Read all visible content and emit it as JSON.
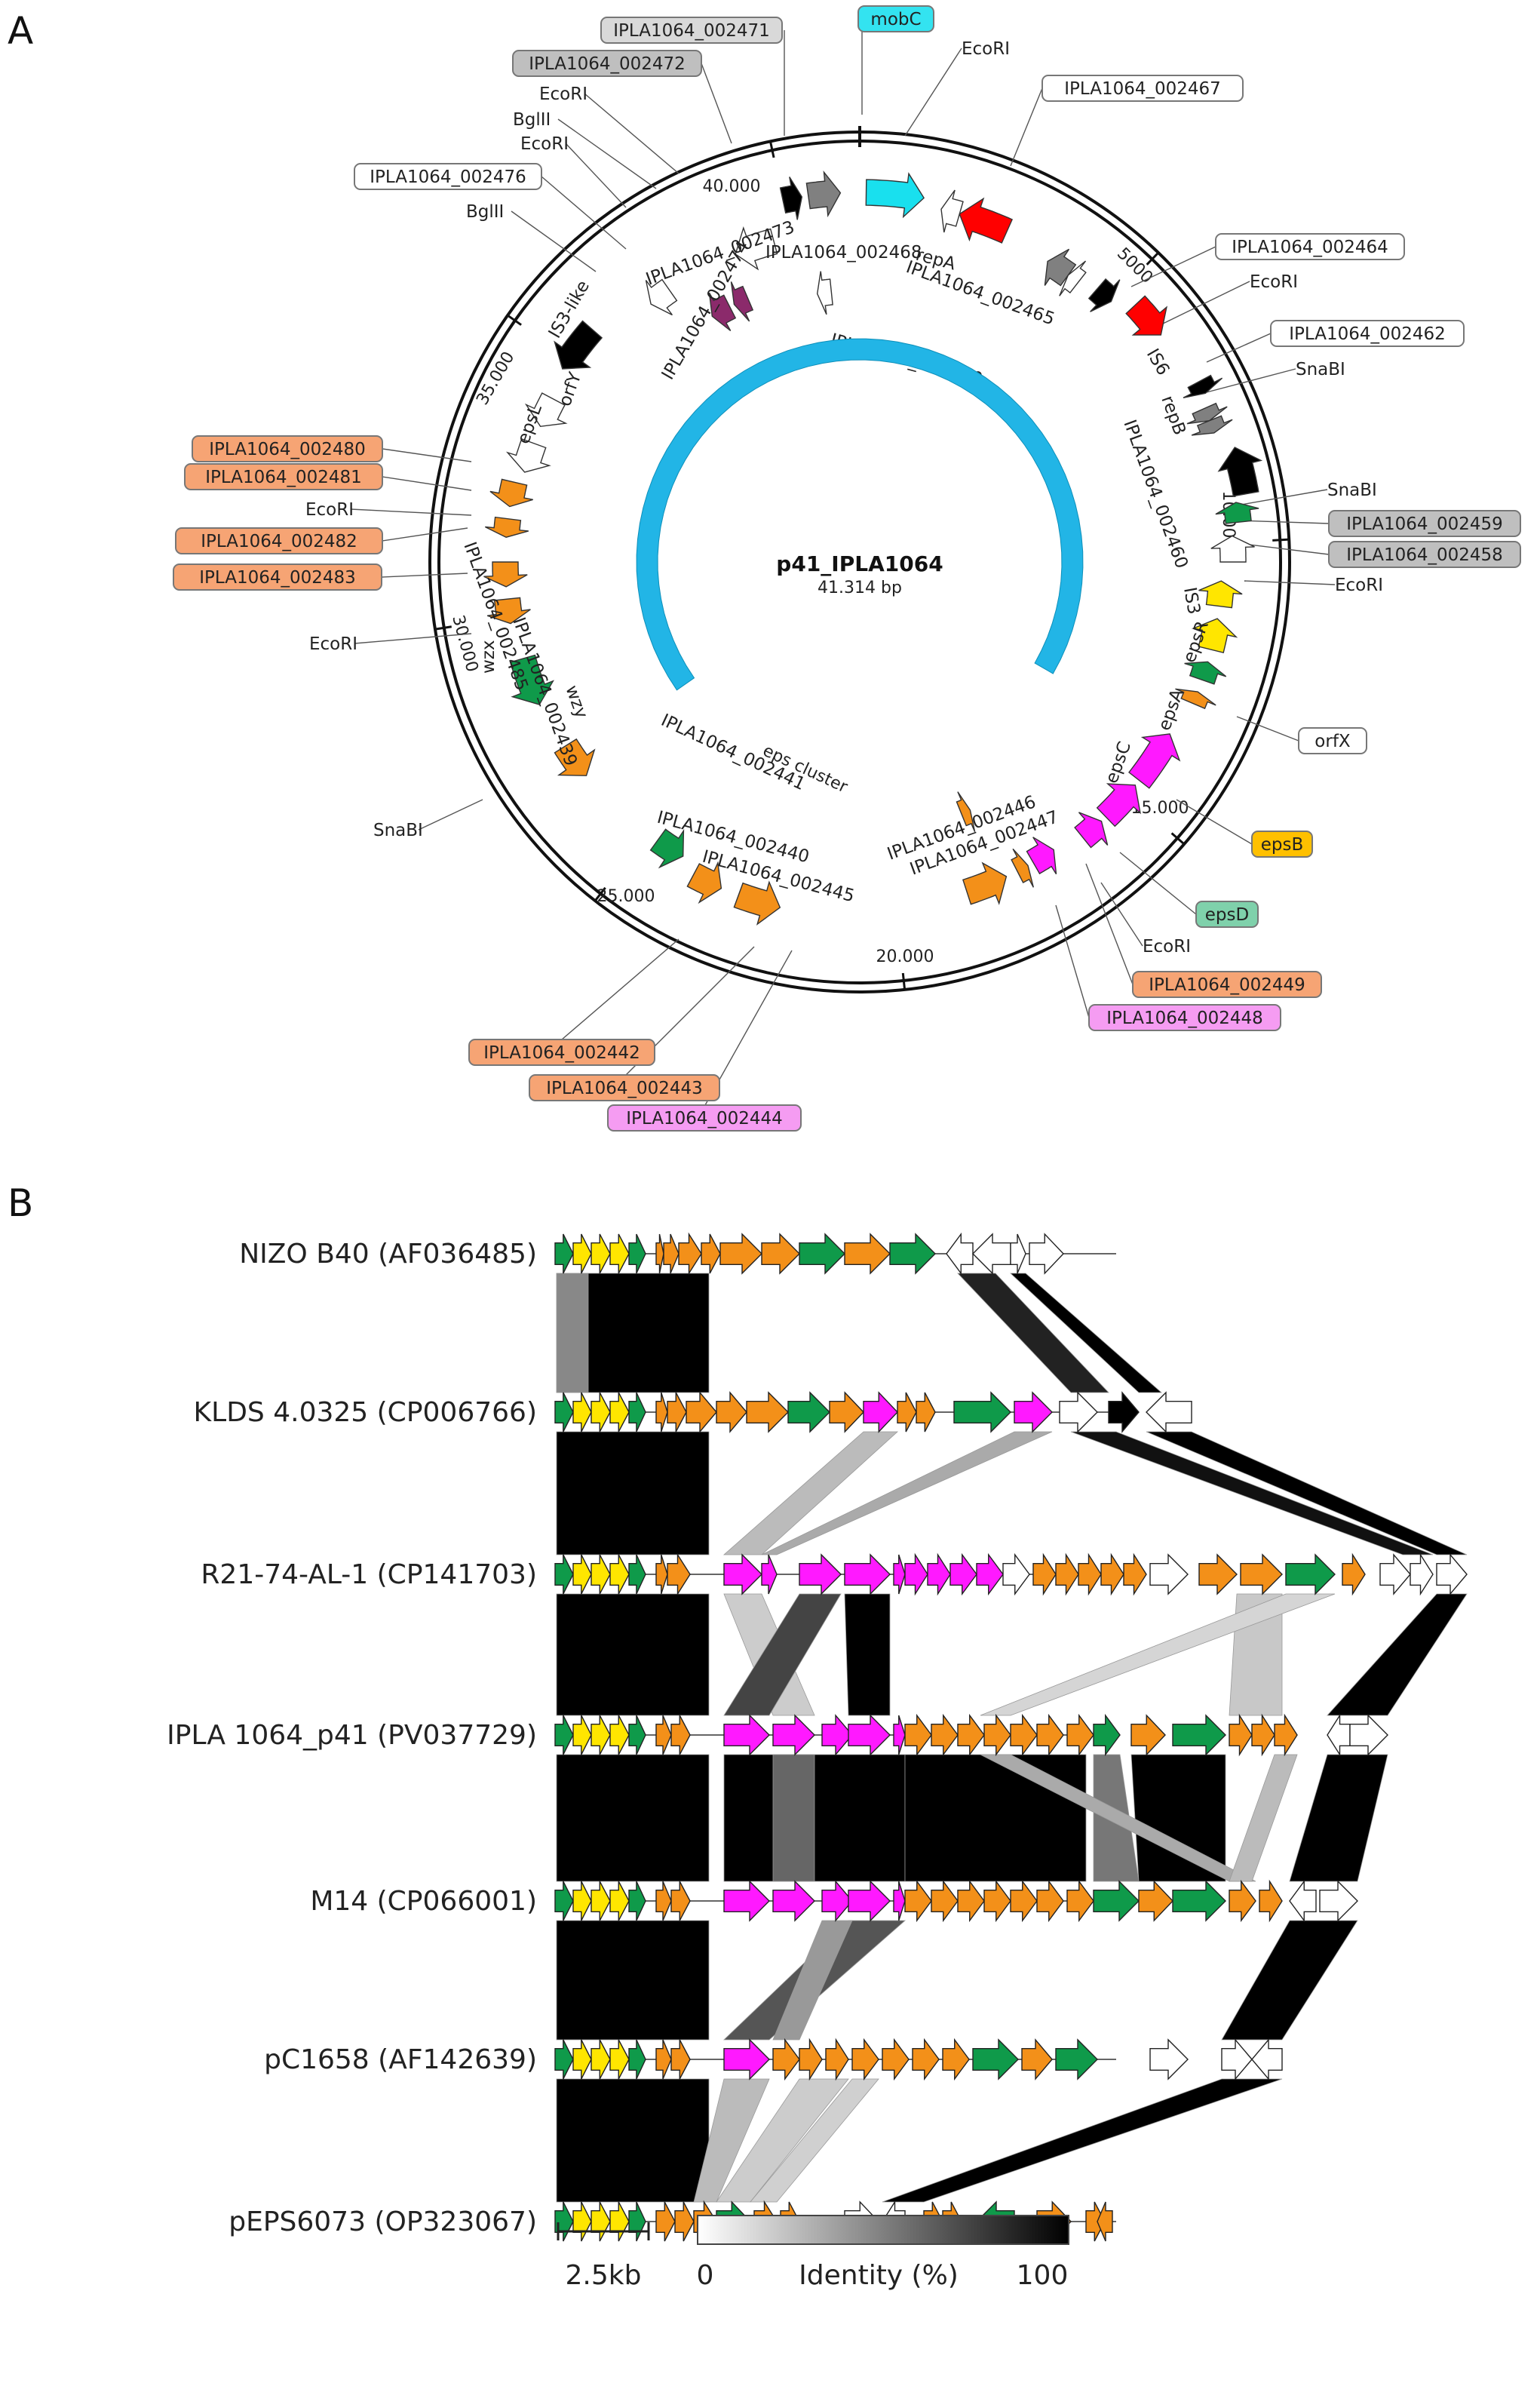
{
  "panel_a": {
    "letter": "A",
    "plasmid_name": "p41_IPLA1064",
    "plasmid_size": "41.314 bp",
    "cluster_label": "eps cluster",
    "scale_ticks": [
      "5000",
      "10.000",
      "15.000",
      "20.000",
      "25.000",
      "30.000",
      "35.000",
      "40.000"
    ],
    "box_labels": [
      {
        "text": "mobC",
        "color": "#33e3f0"
      },
      {
        "text": "IPLA1064_002471",
        "color": "#d9d9d9"
      },
      {
        "text": "IPLA1064_002472",
        "color": "#bfbfbf"
      },
      {
        "text": "IPLA1064_002467",
        "color": "#ffffff"
      },
      {
        "text": "IPLA1064_002476",
        "color": "#ffffff"
      },
      {
        "text": "IPLA1064_002464",
        "color": "#ffffff"
      },
      {
        "text": "IPLA1064_002462",
        "color": "#ffffff"
      },
      {
        "text": "IPLA1064_002459",
        "color": "#bfbfbf"
      },
      {
        "text": "IPLA1064_002458",
        "color": "#bfbfbf"
      },
      {
        "text": "IPLA1064_002480",
        "color": "#f6a474"
      },
      {
        "text": "IPLA1064_002481",
        "color": "#f6a474"
      },
      {
        "text": "IPLA1064_002482",
        "color": "#f6a474"
      },
      {
        "text": "IPLA1064_002483",
        "color": "#f6a474"
      },
      {
        "text": "orfX",
        "color": "#ffffff"
      },
      {
        "text": "epsB",
        "color": "#ffc000"
      },
      {
        "text": "epsD",
        "color": "#7fd1ab"
      },
      {
        "text": "IPLA1064_002449",
        "color": "#f6a474"
      },
      {
        "text": "IPLA1064_002448",
        "color": "#f59cf2"
      },
      {
        "text": "IPLA1064_002442",
        "color": "#f6a474"
      },
      {
        "text": "IPLA1064_002443",
        "color": "#f6a474"
      },
      {
        "text": "IPLA1064_002444",
        "color": "#f59cf2"
      }
    ],
    "sites": [
      "EcoRI",
      "EcoRI",
      "BglII",
      "EcoRI",
      "BglII",
      "EcoRI",
      "SnaBI",
      "SnaBI",
      "EcoRI",
      "EcoRI",
      "EcoRI",
      "EcoRI",
      "SnaBI"
    ],
    "gene_labels": [
      "IPLA1064_002468",
      "repA",
      "IPLA1064_002465",
      "IPLA1064_002473",
      "IPLA1064_002470",
      "IS3-like",
      "IPLA1064_002474",
      "orfY",
      "epsL",
      "IS6",
      "repB",
      "IPLA1064_002460",
      "IS3",
      "epsR",
      "epsA",
      "epsC",
      "IPLA1064_002485",
      "IPLA1064_002439",
      "wzy",
      "wzx",
      "IPLA1064_002441",
      "IPLA1064_002440",
      "IPLA1064_002445",
      "IPLA1064_002446",
      "IPLA1064_002447"
    ]
  },
  "panel_b": {
    "letter": "B",
    "tracks": [
      "NIZO B40 (AF036485)",
      "KLDS 4.0325 (CP006766)",
      "R21-74-AL-1 (CP141703)",
      "IPLA 1064_p41 (PV037729)",
      "M14 (CP066001)",
      "pC1658 (AF142639)",
      "pEPS6073 (OP323067)"
    ],
    "scale_bar_label": "2.5kb",
    "identity_label": "Identity (%)",
    "identity_min": "0",
    "identity_max": "100"
  },
  "colors": {
    "orange": "#f39019",
    "yellow": "#ffe600",
    "green": "#0f9a4a",
    "magenta": "#ff19ff",
    "white": "#ffffff",
    "black": "#000000",
    "cyan": "#19e0ee",
    "red": "#ff0000",
    "grey": "#808080",
    "purple": "#8b2a6b",
    "ring_blue": "#22b5e6"
  }
}
